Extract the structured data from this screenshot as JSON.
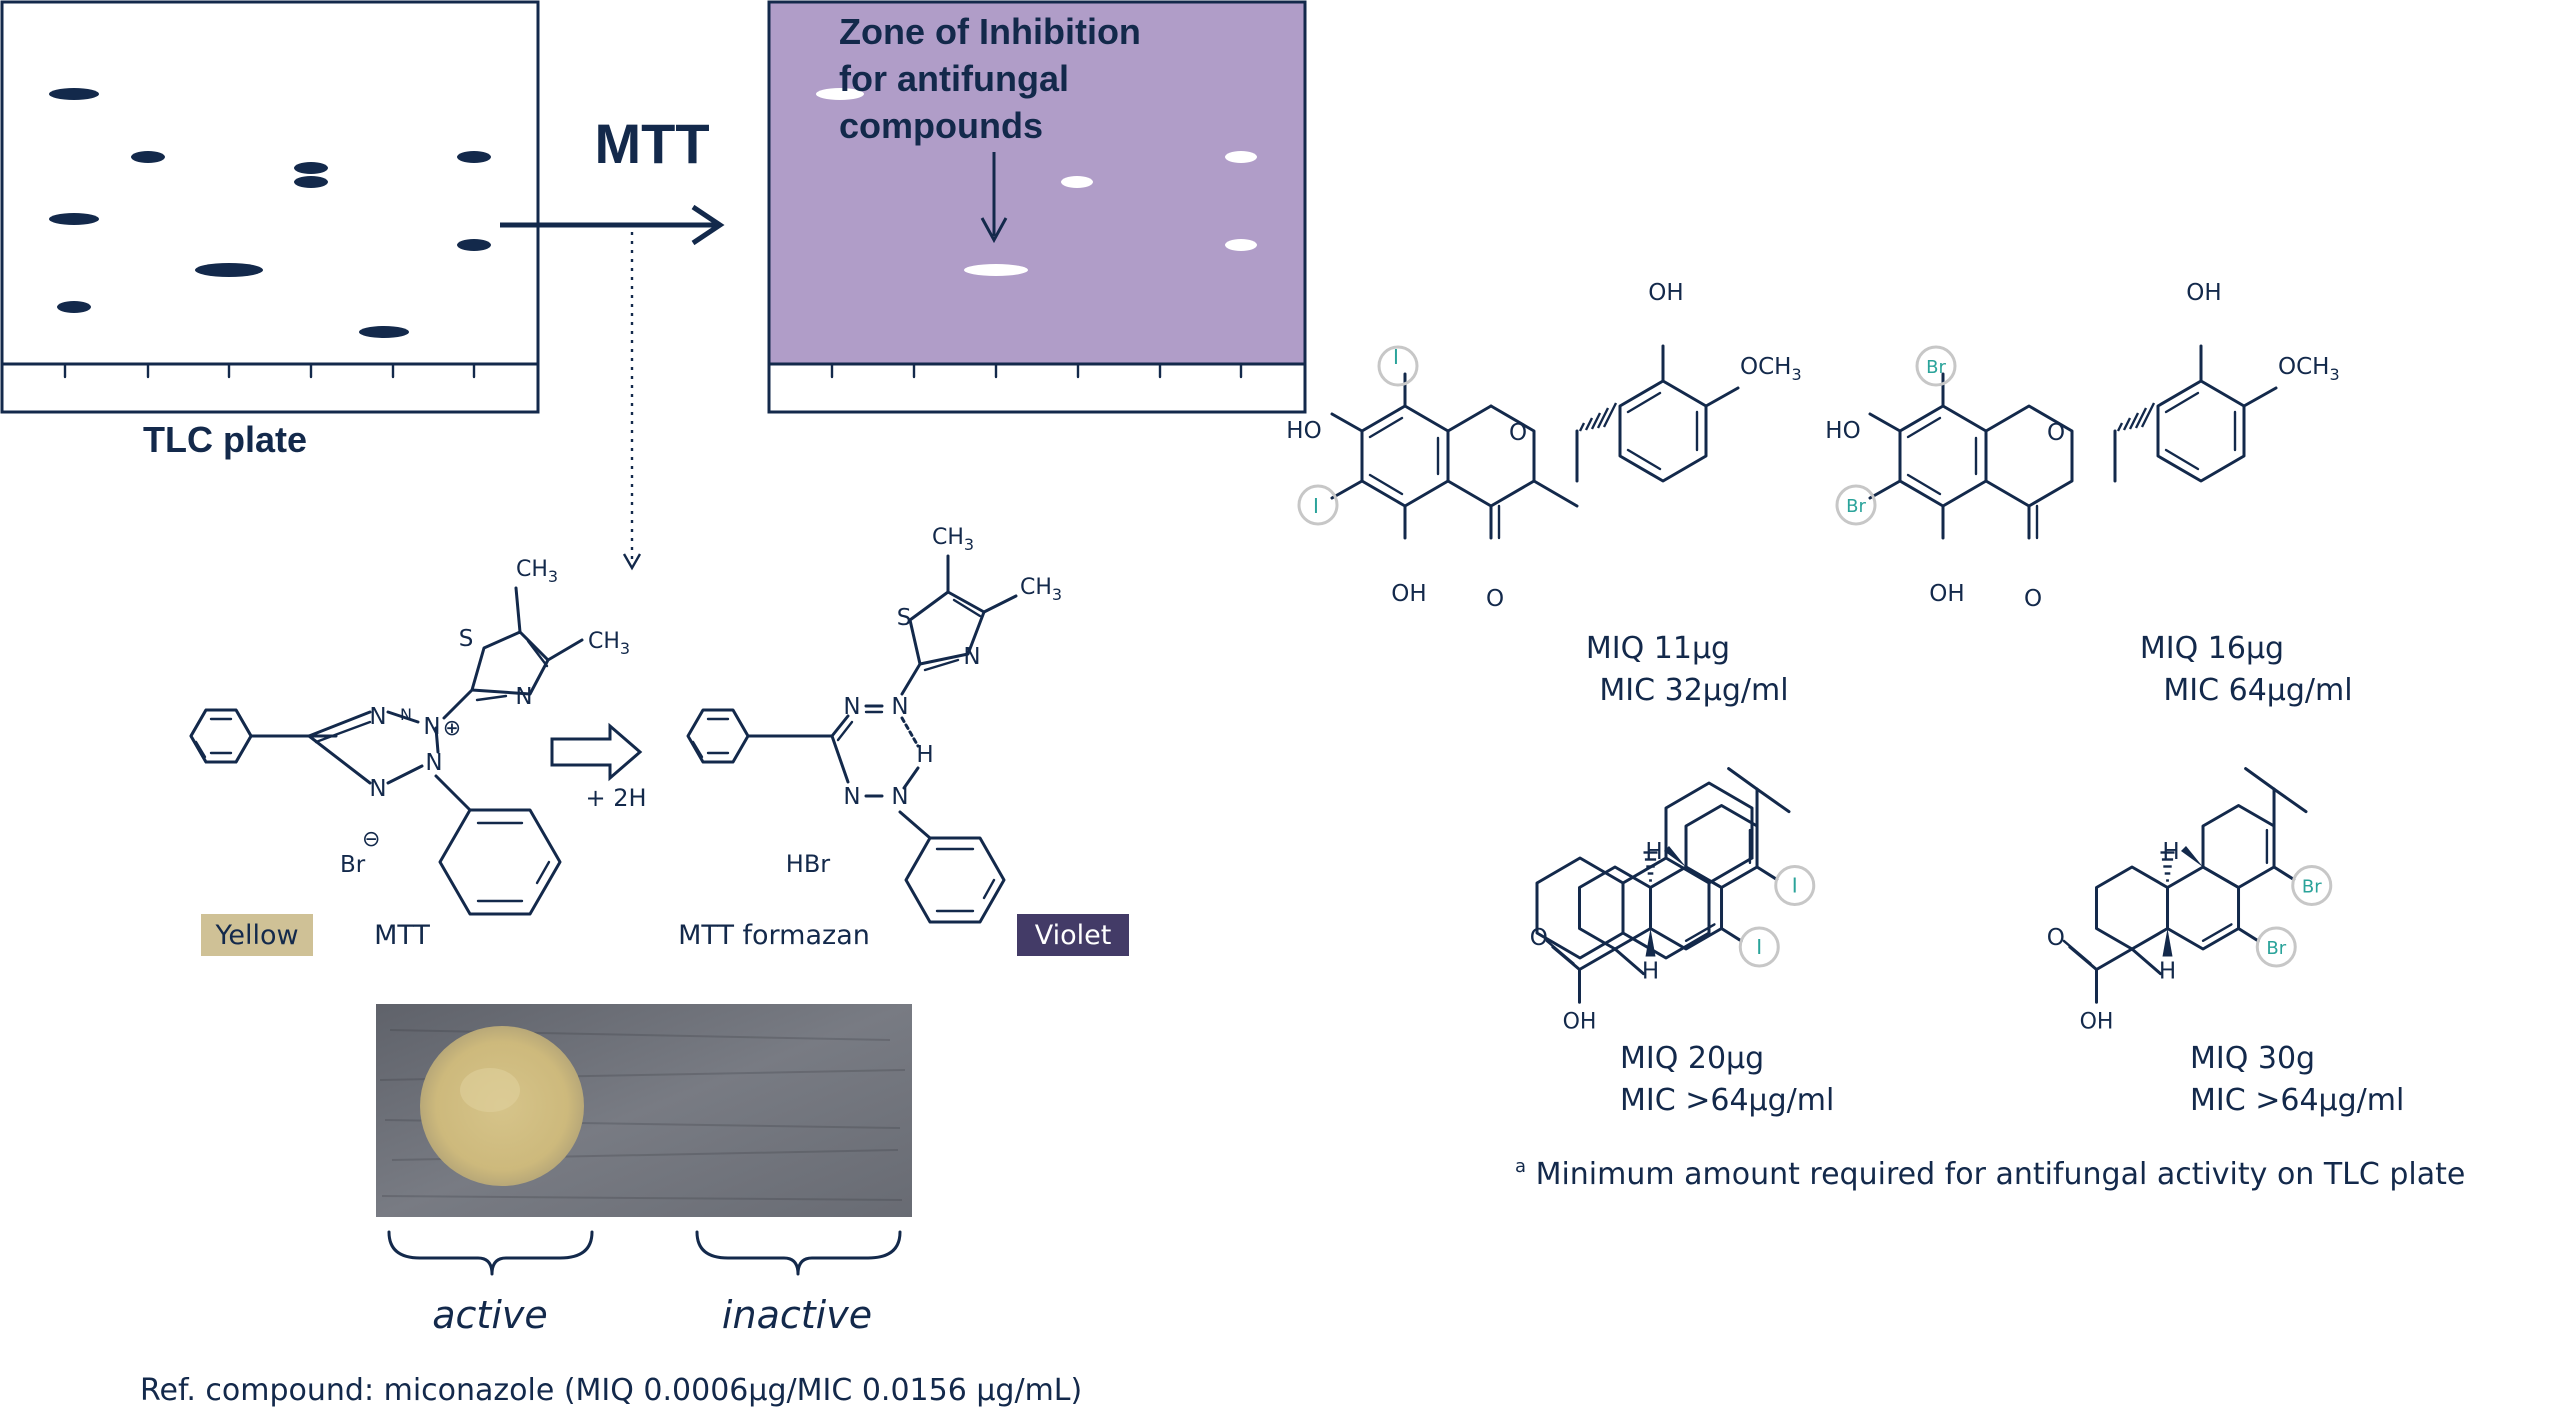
{
  "tlc": {
    "label": "TLC plate",
    "arrow_label": "MTT",
    "zone_label_lines": [
      "Zone of Inhibition",
      "for antifungal",
      "compounds"
    ]
  },
  "mtt_reaction": {
    "yellow_label": "Yellow",
    "violet_label": "Violet",
    "mtt_name": "MTT",
    "formazan_name": "MTT formazan",
    "reagent": "+ 2H",
    "counter_ion": "Br",
    "charge_minus": "⊖",
    "charge_plus": "⊕",
    "hbr": "HBr",
    "atoms": {
      "n": "N",
      "s": "S",
      "h": "H",
      "ch3": "CH",
      "sub3": "3"
    }
  },
  "assay_photo": {
    "active_label": "active",
    "inactive_label": "inactive",
    "reference": "Ref. compound: miconazole (MIQ 0.0006µg/MIC 0.0156 µg/mL)"
  },
  "compounds": [
    {
      "miq": "MIQ 11µg",
      "mic": "MIC 32µg/ml",
      "halogen": "I"
    },
    {
      "miq": "MIQ 16µg",
      "mic": "MIC 64µg/ml",
      "halogen": "Br"
    },
    {
      "miq": "MIQ 20µg",
      "mic": "MIC >64µg/ml",
      "halogen": "I"
    },
    {
      "miq": "MIQ 30g",
      "mic": "MIC >64µg/ml",
      "halogen": "Br"
    }
  ],
  "flavanone_atoms": {
    "ho": "HO",
    "oh": "OH",
    "o": "O",
    "och3": "OCH",
    "sub3": "3"
  },
  "abietane_atoms": {
    "h": "H",
    "o": "O",
    "oh": "OH"
  },
  "footnote": {
    "marker": "a",
    "text": " Minimum amount required for antifungal activity on TLC plate"
  },
  "colors": {
    "ink": "#13294b",
    "violet_plate": "#b09dc8",
    "yellow_swatch": "#cfc196",
    "violet_swatch": "#433b67",
    "halogen_text": "#2aa39a",
    "halogen_circle": "#c7c7c7"
  }
}
